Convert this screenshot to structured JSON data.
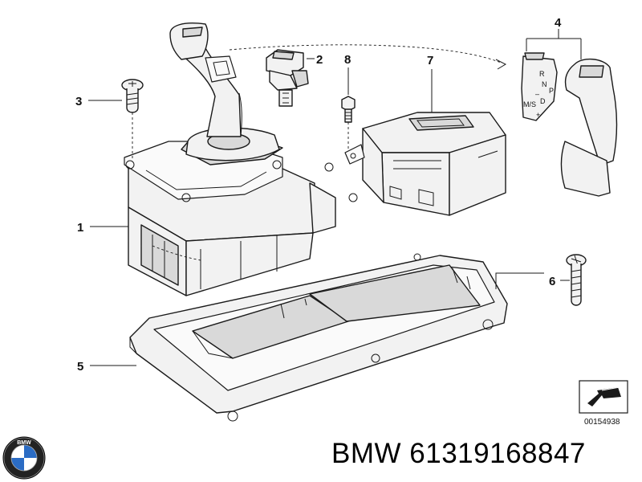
{
  "callouts": {
    "c1": "1",
    "c2": "2",
    "c3": "3",
    "c4": "4",
    "c5": "5",
    "c6": "6",
    "c7": "7",
    "c8": "8"
  },
  "gear_labels": {
    "r": "R",
    "n": "N",
    "d": "D",
    "ms": "M/S",
    "p": "P",
    "plus": "+",
    "minus": "–"
  },
  "diagram_code": "00154938",
  "footer": {
    "brand": "BMW",
    "part_number": "61319168847",
    "logo_letters": "BMW"
  },
  "icons": {
    "logo": "bmw-roundel-icon",
    "diagram_badge": "arrow-badge-icon"
  }
}
